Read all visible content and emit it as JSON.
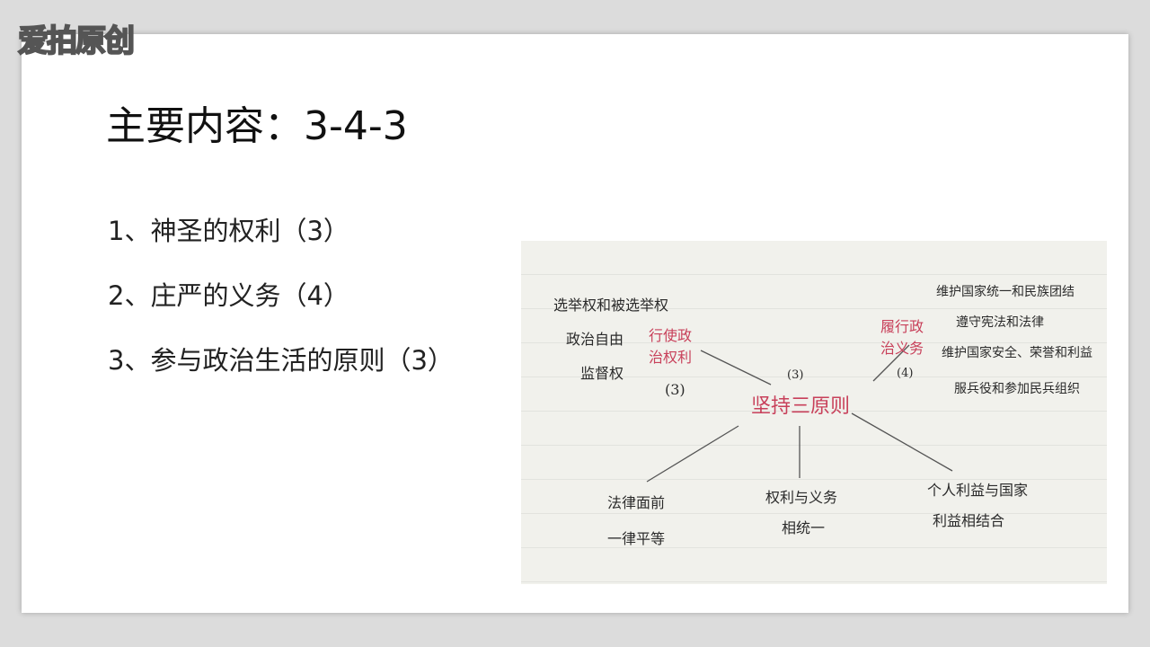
{
  "logo": "爱拍原创",
  "title": "主要内容：3-4-3",
  "items": [
    "1、神圣的权利（3）",
    "2、庄严的义务（4）",
    "3、参与政治生活的原则（3）"
  ],
  "mindmap": {
    "center": "坚持三原则",
    "center_count": "(3)",
    "rights": {
      "label1": "行使政",
      "label2": "治权利",
      "count": "(3)",
      "details": [
        "选举权和被选举权",
        "政治自由",
        "监督权"
      ]
    },
    "duties": {
      "label1": "履行政",
      "label2": "治义务",
      "count": "(4)",
      "details": [
        "维护国家统一和民族团结",
        "遵守宪法和法律",
        "维护国家安全、荣誉和利益",
        "服兵役和参加民兵组织"
      ]
    },
    "principles": [
      [
        "法律面前",
        "一律平等"
      ],
      [
        "权利与义务",
        "相统一"
      ],
      [
        "个人利益与国家",
        "利益相结合"
      ]
    ]
  }
}
